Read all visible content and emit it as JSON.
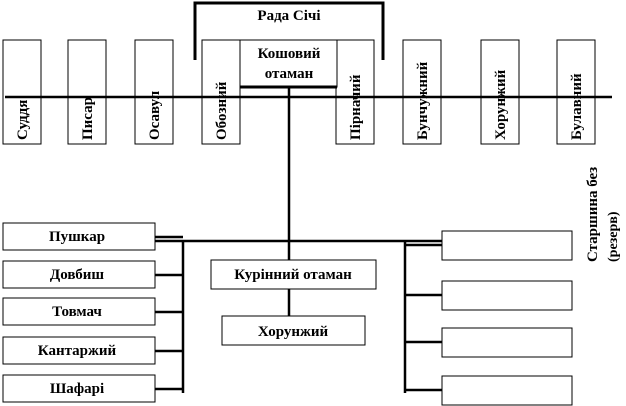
{
  "rada": "Рада Січі",
  "koshovyi": [
    "Кошовий",
    "отаман"
  ],
  "top_officers": [
    "Суддя",
    "Писар",
    "Осавул",
    "Обозний",
    "Пірначий",
    "Бунчужний",
    "Хорунжий",
    "Булавний"
  ],
  "starshyna_bez": [
    "Старшина без",
    "(резерв)"
  ],
  "left_officers": [
    "Пушкар",
    "Довбиш",
    "Товмач",
    "Кантаржий",
    "Шафарі"
  ],
  "kurinnyi": "Курінний отаман",
  "khorunzhyi": "Хорунжий",
  "right_empty_count": 4
}
